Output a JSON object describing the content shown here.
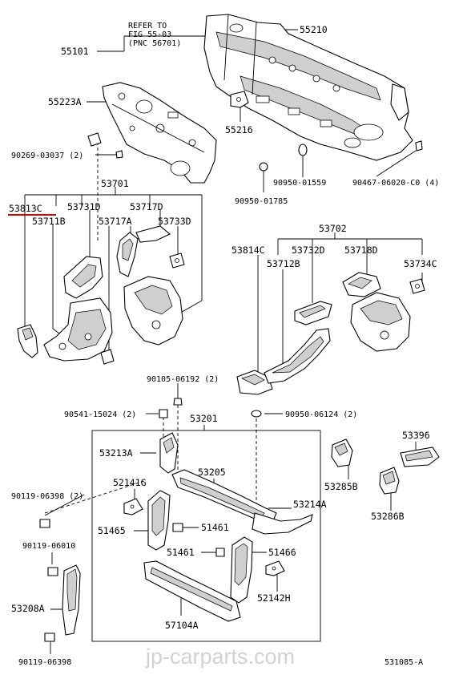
{
  "refer_note": [
    "REFER TO",
    "FIG 55-03",
    "(PNC 56701)"
  ],
  "labels": {
    "p55210": "55210",
    "p55101": "55101",
    "p55223A": "55223A",
    "p55216": "55216",
    "p90269": "90269-03037 (2)",
    "p90950_01559": "90950-01559",
    "p90467": "90467-06020-C0 (4)",
    "p90950_01785": "90950-01785",
    "p53701": "53701",
    "p53813C": "53813C",
    "p53731D": "53731D",
    "p53717D": "53717D",
    "p53711B": "53711B",
    "p53717A": "53717A",
    "p53733D": "53733D",
    "p53702": "53702",
    "p53814C": "53814C",
    "p53732D": "53732D",
    "p53718D": "53718D",
    "p53734C": "53734C",
    "p53712B": "53712B",
    "p90105": "90105-06192 (2)",
    "p90541": "90541-15024 (2)",
    "p53201": "53201",
    "p90950_06124": "90950-06124 (2)",
    "p53213A": "53213A",
    "p53205": "53205",
    "p53396": "53396",
    "p52141G": "52141G",
    "p53214A": "53214A",
    "p53285B": "53285B",
    "p90119_06398a": "90119-06398 (2)",
    "p53286B": "53286B",
    "p51465": "51465",
    "p51461a": "51461",
    "p90119_06010": "90119-06010",
    "p51461b": "51461",
    "p51466": "51466",
    "p53208A": "53208A",
    "p52142H": "52142H",
    "p57104A": "57104A",
    "p90119_06398b": "90119-06398",
    "p531085A": "531085-A"
  },
  "watermark": "jp-carparts.com",
  "colors": {
    "highlight_underline": "#d40000",
    "watermark": "#d2d2d2",
    "ink": "#000000"
  }
}
